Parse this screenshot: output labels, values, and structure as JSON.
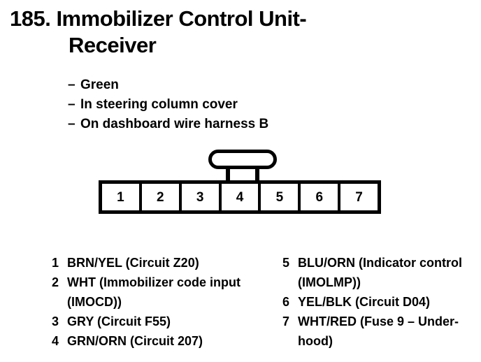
{
  "page": {
    "number": "185.",
    "title_line_1": "185. Immobilizer Control Unit-",
    "title_line_2": "Receiver"
  },
  "notes": [
    {
      "dash": "–",
      "text": "Green"
    },
    {
      "dash": "–",
      "text": "In steering column cover"
    },
    {
      "dash": "–",
      "text": "On dashboard wire harness B"
    }
  ],
  "connector": {
    "type": "7-pin-connector",
    "pin_count": 7,
    "lock_tab": "T-shaped locking tab centered above pin 4",
    "pins": [
      "1",
      "2",
      "3",
      "4",
      "5",
      "6",
      "7"
    ]
  },
  "legend": {
    "left": [
      {
        "num": "1",
        "text": "BRN/YEL (Circuit Z20)"
      },
      {
        "num": "2",
        "text": "WHT (Immobilizer code input (IMOCD))"
      },
      {
        "num": "3",
        "text": "GRY (Circuit F55)"
      },
      {
        "num": "4",
        "text": "GRN/ORN (Circuit 207)"
      }
    ],
    "right": [
      {
        "num": "5",
        "text": "BLU/ORN (Indicator control (IMOLMP))"
      },
      {
        "num": "6",
        "text": "YEL/BLK (Circuit D04)"
      },
      {
        "num": "7",
        "text": "WHT/RED (Fuse 9 – Under-hood)"
      }
    ]
  },
  "colors": {
    "ink": "#000000",
    "background": "#ffffff"
  }
}
